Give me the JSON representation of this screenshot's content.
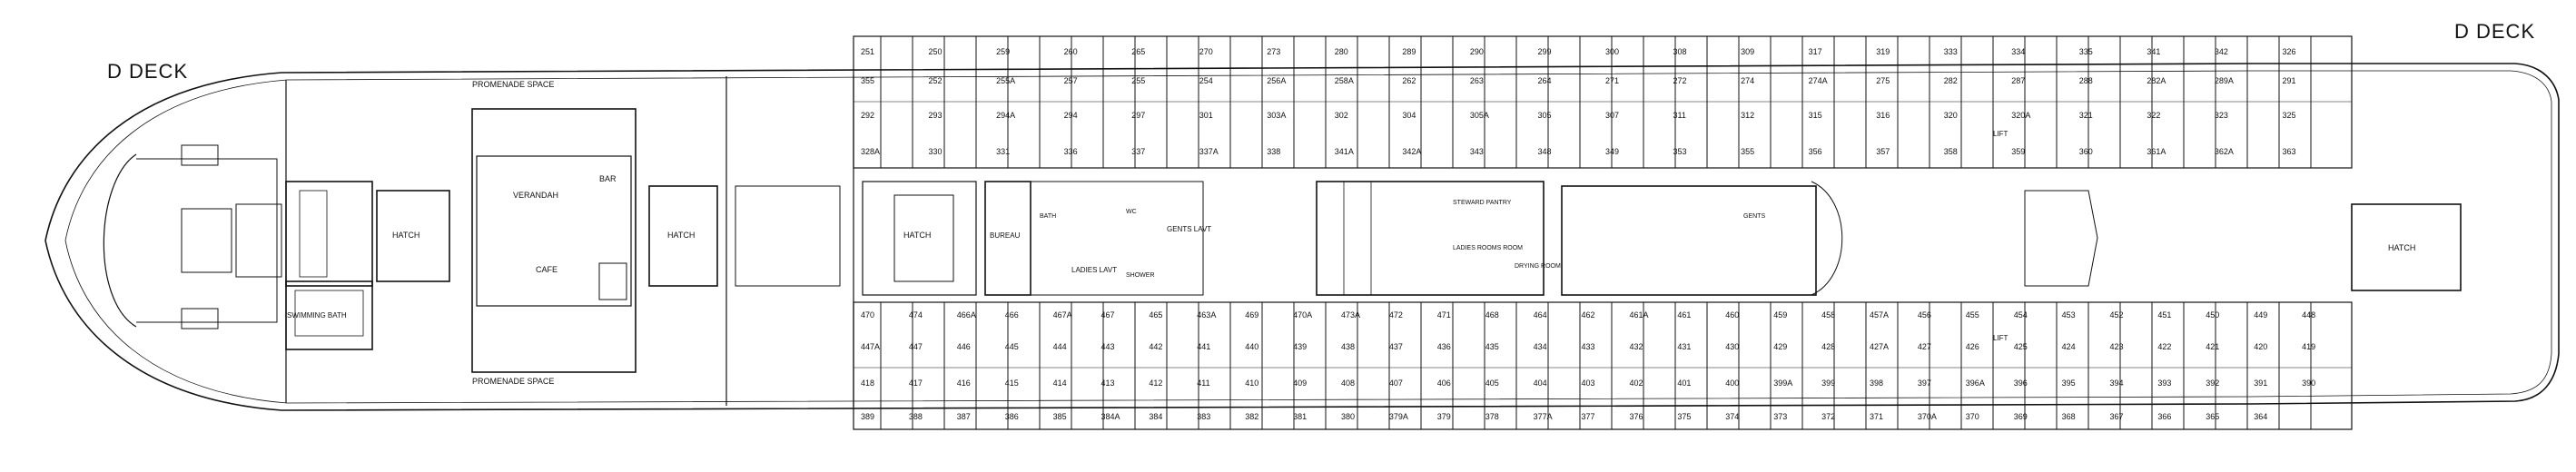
{
  "title_left": "D DECK",
  "title_right": "D DECK",
  "labels": {
    "promenade_top": "PROMENADE SPACE",
    "promenade_bottom": "PROMENADE SPACE",
    "verandah": "VERANDAH",
    "bar": "BAR",
    "cafe": "CAFE",
    "swimming_bath": "SWIMMING BATH",
    "hatch": "HATCH",
    "bureau": "BUREAU",
    "ladies_lavt": "LADIES LAVT",
    "gents_lavt": "GENTS LAVT",
    "stewards_pantry": "STEWARD PANTRY",
    "ladies_rooms_room": "LADIES ROOMS ROOM",
    "drying_room": "DRYING ROOM",
    "lift": "LIFT",
    "bath": "BATH",
    "gents": "GENTS",
    "wc": "WC",
    "shower": "SHOWER"
  },
  "cabins_top": [
    "251",
    "250",
    "259",
    "260",
    "265",
    "270",
    "273",
    "280",
    "289",
    "290",
    "299",
    "300",
    "308",
    "309",
    "317",
    "319",
    "333",
    "334",
    "335",
    "341",
    "342",
    "326",
    "355",
    "252",
    "255A",
    "257",
    "255",
    "254",
    "256A",
    "258A",
    "262",
    "263",
    "264",
    "271",
    "272",
    "274",
    "274A",
    "275",
    "282",
    "287",
    "288",
    "282A",
    "289A",
    "291",
    "292",
    "293",
    "294A",
    "294",
    "297",
    "301",
    "303A",
    "302",
    "304",
    "305A",
    "305",
    "307",
    "311",
    "312",
    "315",
    "316",
    "320",
    "320A",
    "321",
    "322",
    "323",
    "325",
    "328A",
    "330",
    "331",
    "336",
    "337",
    "337A",
    "338",
    "341A",
    "342A",
    "343",
    "348",
    "349",
    "353",
    "355",
    "356",
    "357",
    "358",
    "359",
    "360",
    "361A",
    "362A",
    "363"
  ],
  "cabins_bottom": [
    "470",
    "474",
    "466A",
    "466",
    "467A",
    "467",
    "465",
    "463A",
    "469",
    "470A",
    "473A",
    "472",
    "471",
    "468",
    "464",
    "462",
    "461A",
    "461",
    "460",
    "459",
    "458",
    "457A",
    "456",
    "455",
    "454",
    "453",
    "452",
    "451",
    "450",
    "449",
    "448",
    "447A",
    "447",
    "446",
    "445",
    "444",
    "443",
    "442",
    "441",
    "440",
    "439",
    "438",
    "437",
    "436",
    "435",
    "434",
    "433",
    "432",
    "431",
    "430",
    "429",
    "428",
    "427A",
    "427",
    "426",
    "425",
    "424",
    "423",
    "422",
    "421",
    "420",
    "419",
    "418",
    "417",
    "416",
    "415",
    "414",
    "413",
    "412",
    "411",
    "410",
    "409",
    "408",
    "407",
    "406",
    "405",
    "404",
    "403",
    "402",
    "401",
    "400",
    "399A",
    "399",
    "398",
    "397",
    "396A",
    "396",
    "395",
    "394",
    "393",
    "392",
    "391",
    "390",
    "389",
    "388",
    "387",
    "386",
    "385",
    "384A",
    "384",
    "383",
    "382",
    "381",
    "380",
    "379A",
    "379",
    "378",
    "377A",
    "377",
    "376",
    "375",
    "374",
    "373",
    "372",
    "371",
    "370A",
    "370",
    "369",
    "368",
    "367",
    "366",
    "365",
    "364"
  ]
}
